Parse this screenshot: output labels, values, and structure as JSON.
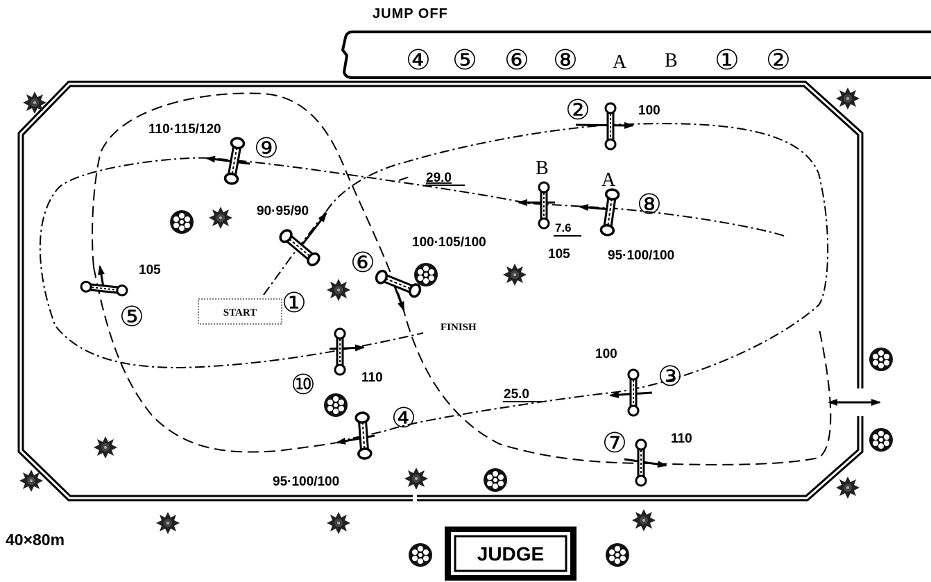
{
  "jump_off": {
    "title": "JUMP OFF",
    "order": [
      "④",
      "⑤",
      "⑥",
      "⑧",
      "A",
      "B",
      "①",
      "②"
    ]
  },
  "arena": {
    "size": "40×80m"
  },
  "start_label": "START",
  "finish_label": "FINISH",
  "judge_label": "JUDGE",
  "distances": [
    {
      "value": "29.0"
    },
    {
      "value": "7.6"
    },
    {
      "value": "25.0"
    }
  ],
  "obstacles": [
    {
      "number": "①",
      "height": "90·95/90"
    },
    {
      "number": "②",
      "height": "100"
    },
    {
      "number": "③",
      "height": "100"
    },
    {
      "number": "④",
      "height": "95·100/100"
    },
    {
      "number": "⑤",
      "height": "105"
    },
    {
      "number": "⑥",
      "height": "100·105/100"
    },
    {
      "number": "⑦",
      "height": "110"
    },
    {
      "number": "⑧",
      "height": "95·100/100"
    },
    {
      "number": "⑨",
      "height": "110·115/120"
    },
    {
      "number": "⑩",
      "height": "110"
    },
    {
      "number": "A",
      "height": ""
    },
    {
      "number": "B",
      "height": "105"
    }
  ]
}
